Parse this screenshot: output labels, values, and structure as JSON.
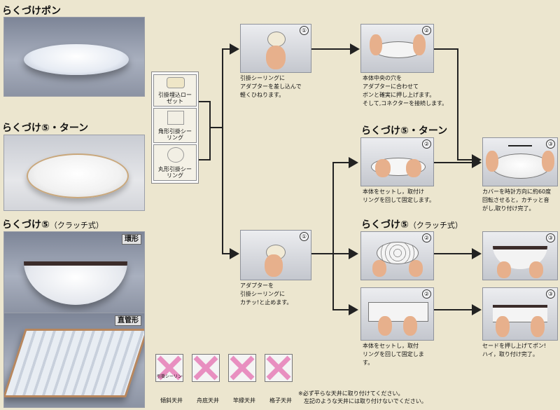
{
  "products": {
    "pon": {
      "title": "らくづけポン"
    },
    "turn": {
      "title": "らくづけ⑤・ターン"
    },
    "clutch": {
      "title": "らくづけ⑤",
      "title_sub": "（クラッチ式）",
      "ring_tag": "環形",
      "straight_tag": "直管形"
    }
  },
  "adapters": [
    {
      "label": "引掛埋込ローゼット"
    },
    {
      "label": "角形引掛シーリング"
    },
    {
      "label": "丸形引掛シーリング"
    }
  ],
  "steps": {
    "pon_1": {
      "num": "①",
      "caption": [
        "引掛シーリングに",
        "アダプターを差し込んで",
        "軽くひねります。"
      ]
    },
    "pon_2": {
      "num": "②",
      "caption": [
        "本体中央の穴を",
        "アダプターに合わせて",
        "ボンと確実に押し上げます。",
        "そして,コネクターを接続します。"
      ]
    },
    "turn_2": {
      "num": "②",
      "caption": [
        "本体をセットし，取付け",
        "リングを回して固定します。"
      ]
    },
    "turn_3": {
      "num": "③",
      "caption": [
        "カバーを時計方向に約60度",
        "回転させると，カチッと音",
        "がし,取り付け完了。"
      ]
    },
    "clutch_1": {
      "num": "①",
      "caption": [
        "アダプターを",
        "引掛シーリングに",
        "カチッ!と止めます。"
      ]
    },
    "clutch_ring_2": {
      "num": "②"
    },
    "clutch_ring_3": {
      "num": "③"
    },
    "clutch_straight_2": {
      "num": "②",
      "caption": [
        "本体をセットし，取付",
        "リングを回して固定しま",
        "す。"
      ]
    },
    "clutch_straight_3": {
      "num": "③",
      "caption": [
        "セードを押し上げてポン!",
        "ハイ，取り付け完了。"
      ]
    }
  },
  "section_titles": {
    "turn": {
      "title": "らくづけ⑤・ターン"
    },
    "clutch": {
      "title": "らくづけ⑤",
      "title_sub": "（クラッチ式）"
    }
  },
  "ceilings": [
    {
      "label": "傾斜天井",
      "inner": "引掛シーリング"
    },
    {
      "label": "舟底天井"
    },
    {
      "label": "竿縁天井"
    },
    {
      "label": "格子天井"
    }
  ],
  "note": [
    "※必ず平らな天井に取り付けてください。",
    "　左記のような天井には取り付けないでください。"
  ],
  "colors": {
    "forbidden": "#e88fc0",
    "background": "#ece6cf",
    "arrow": "#222222"
  }
}
